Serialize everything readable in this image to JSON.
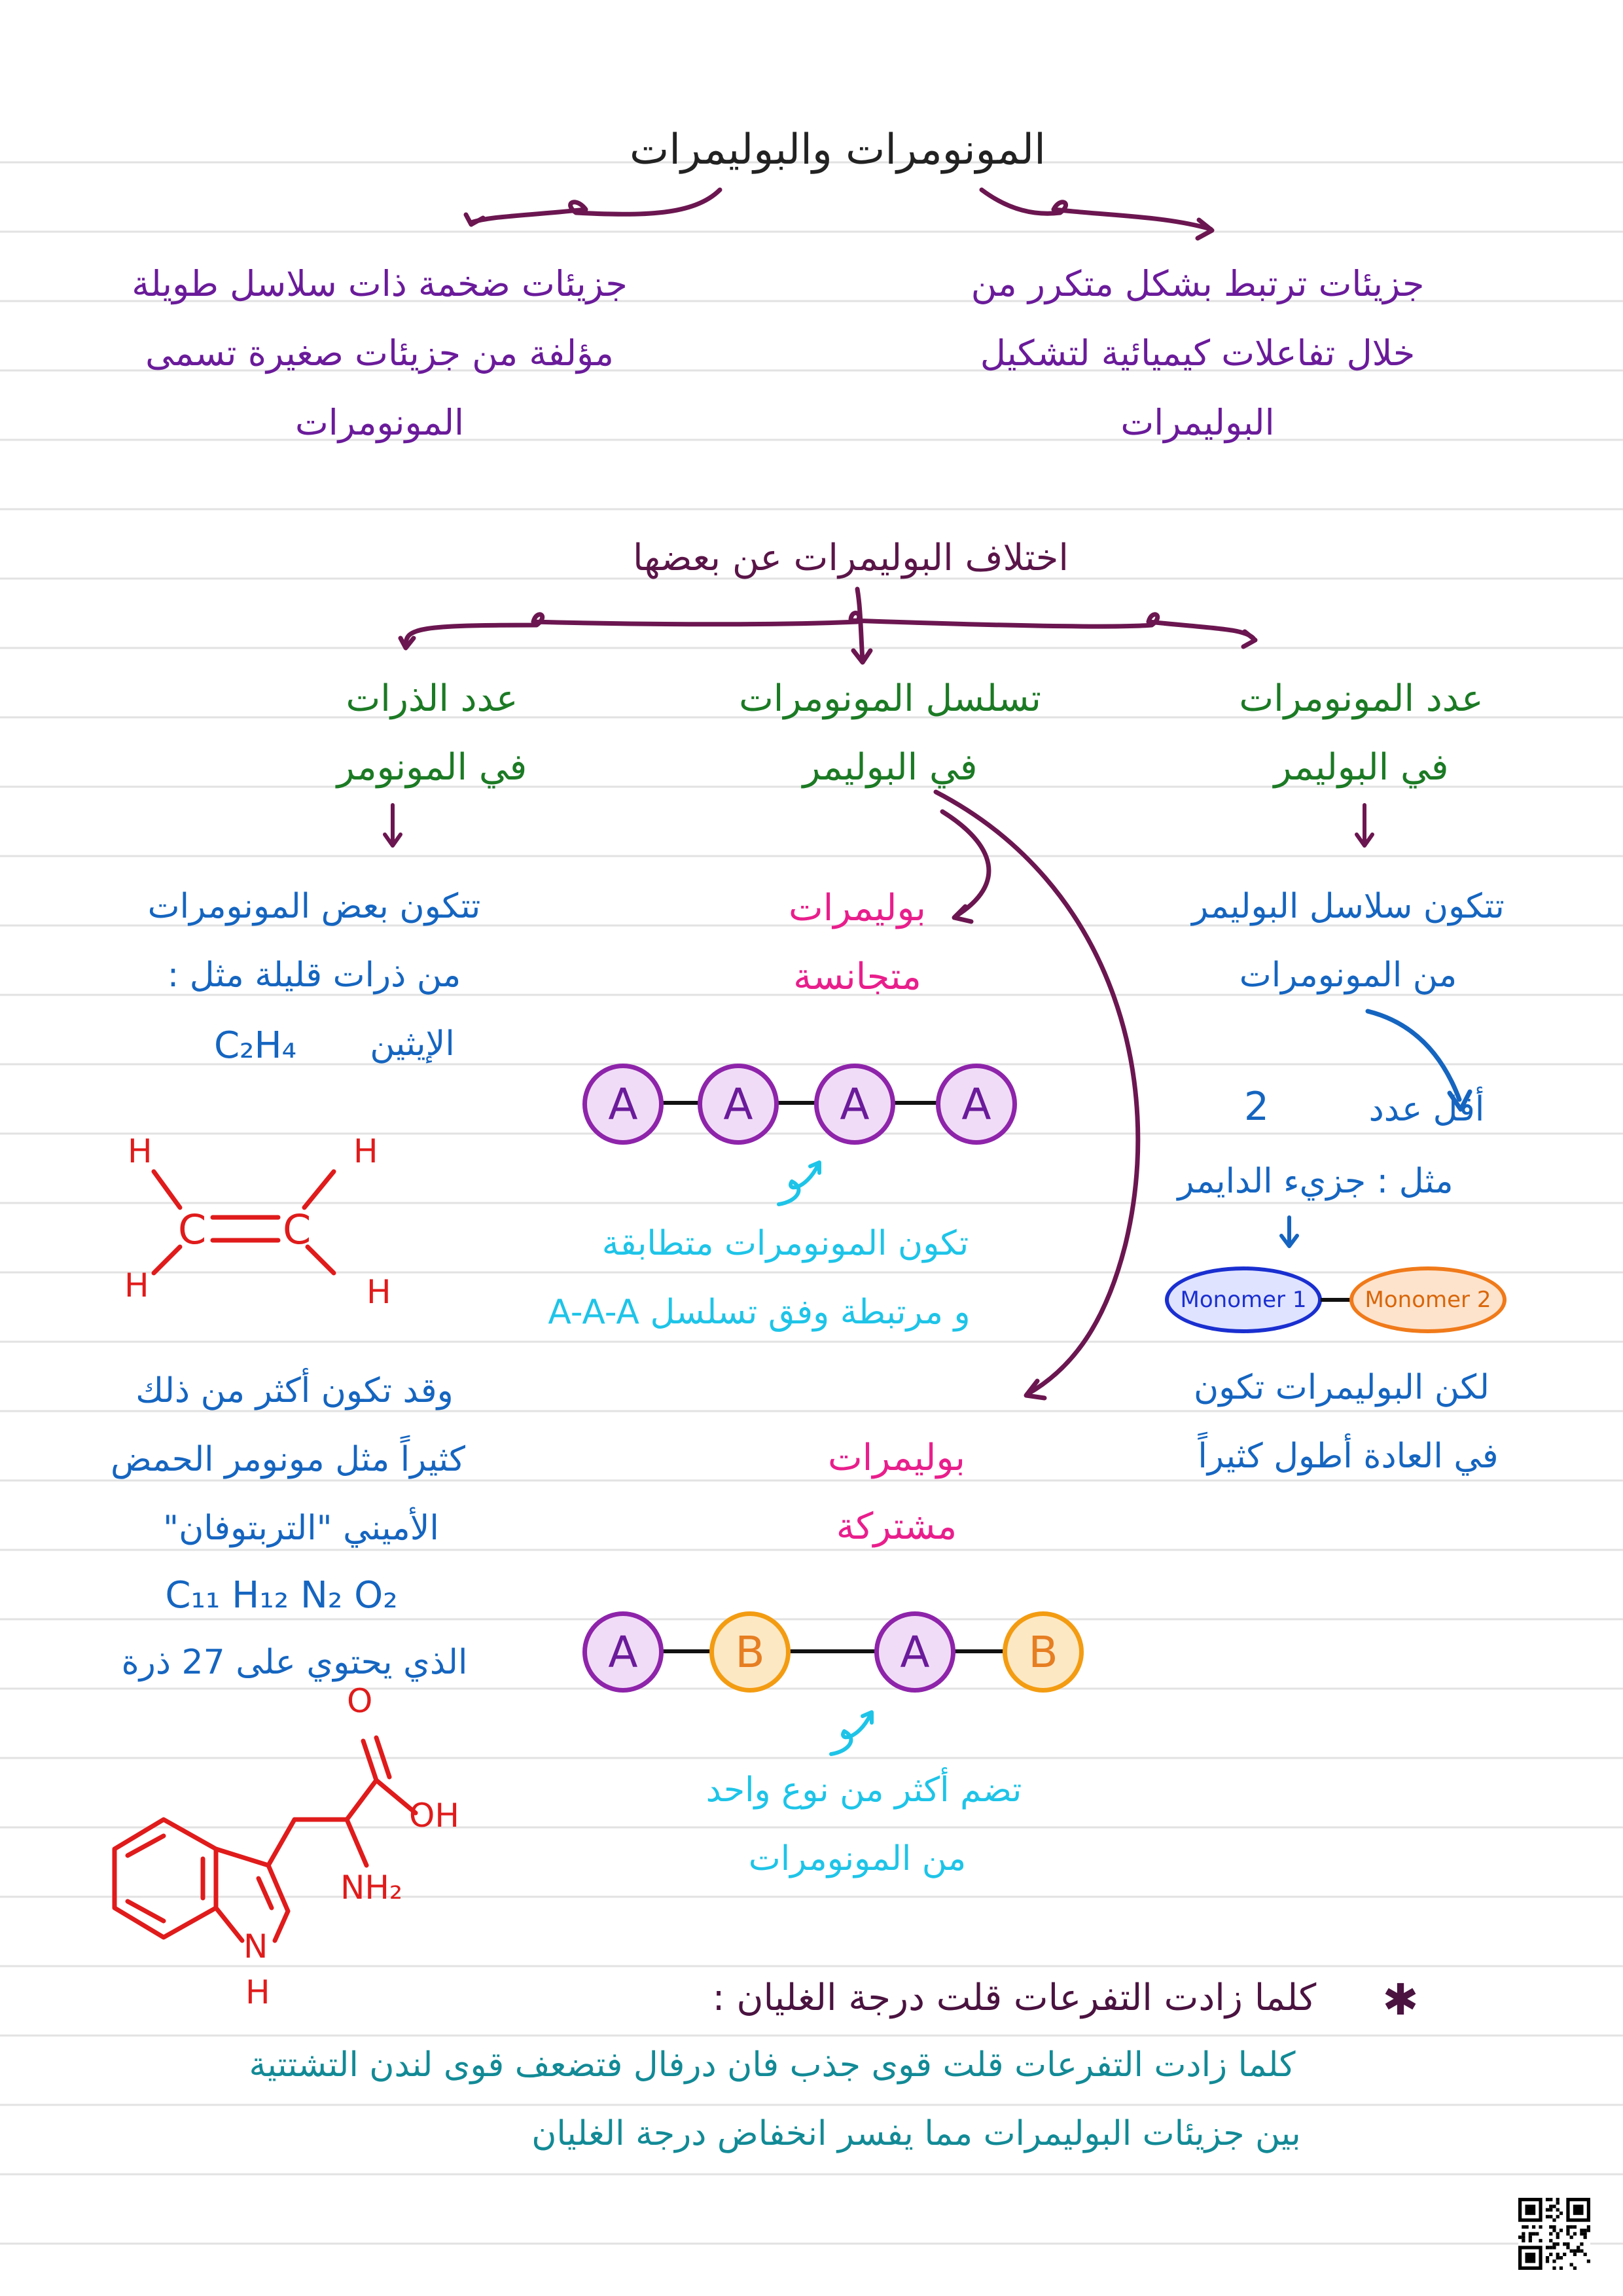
{
  "title": "المونومرات والبوليمرات",
  "definitions": {
    "polymer": [
      "جزيئات ضخمة ذات سلاسل طويلة",
      "مؤلفة من جزيئات صغيرة تسمى",
      "المونومرات"
    ],
    "monomer": [
      "جزيئات ترتبط بشكل متكرر من",
      "خلال تفاعلات كيميائية لتشكيل",
      "البوليمرات"
    ]
  },
  "differences_heading": "اختلاف البوليمرات عن بعضها",
  "branches": {
    "atoms": {
      "heading": [
        "عدد الذرات",
        "في المونومر"
      ],
      "text": [
        "تتكون بعض المونومرات",
        "من ذرات قليلة مثل :",
        "الإيثين"
      ],
      "formula_ethene": "C₂H₄",
      "more": [
        "وقد تكون أكثر من ذلك",
        "كثيراً مثل مونومر الحمض",
        "الأميني \"التربتوفان\""
      ],
      "formula_trp": "C₁₁ H₁₂ N₂ O₂",
      "atoms_count": "الذي يحتوي على 27 ذرة",
      "ethene_atoms": {
        "H": "H",
        "C": "C"
      },
      "trp_labels": {
        "O": "O",
        "OH": "OH",
        "NH2": "NH₂",
        "N": "N",
        "H": "H"
      }
    },
    "sequence": {
      "heading": [
        "تسلسل المونومرات",
        "في البوليمر"
      ],
      "homo_title": [
        "بوليمرات",
        "متجانسة"
      ],
      "homo_chain": [
        "A",
        "A",
        "A",
        "A"
      ],
      "homo_text": [
        "تكون المونومرات متطابقة",
        "و مرتبطة وفق تسلسل A-A-A"
      ],
      "co_title": [
        "بوليمرات",
        "مشتركة"
      ],
      "co_chain": [
        "A",
        "B",
        "A",
        "B"
      ],
      "co_text": [
        "تضم أكثر من نوع واحد",
        "من المونومرات"
      ]
    },
    "count": {
      "heading": [
        "عدد المونومرات",
        "في البوليمر"
      ],
      "text": [
        "تتكون سلاسل البوليمر",
        "من المونومرات"
      ],
      "min_label": "أقل عدد",
      "min_value": "2",
      "example": "مثل : جزيء الدايمر",
      "monomer1": "Monomer 1",
      "monomer2": "Monomer 2",
      "conclusion": [
        "لكن البوليمرات تكون",
        "في العادة أطول كثيراً"
      ]
    }
  },
  "note": {
    "star": "✱",
    "title": "كلما زادت التفرعات قلت درجة الغليان :",
    "body": [
      "كلما زادت التفرعات قلت قوى جذب فان درفال فتضعف قوى لندن التشتتية",
      "بين جزيئات البوليمرات مما يفسر انخفاض درجة الغليان"
    ]
  }
}
